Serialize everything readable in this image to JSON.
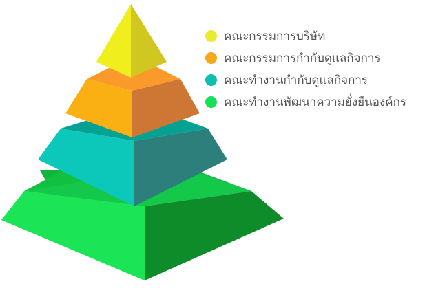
{
  "diagram": {
    "levels": [
      {
        "label": "คณะกรรมการบริษัท",
        "color": "#ecea2e"
      },
      {
        "label": "คณะกรรมการกำกับดูแลกิจการ",
        "color": "#f7a81b"
      },
      {
        "label": "คณะทำงานกำกับดูแลกิจการ",
        "color": "#0bbfae"
      },
      {
        "label": "คณะทำงานพัฒนาความยั่งยืนองค์กร",
        "color": "#16e05a"
      }
    ]
  }
}
